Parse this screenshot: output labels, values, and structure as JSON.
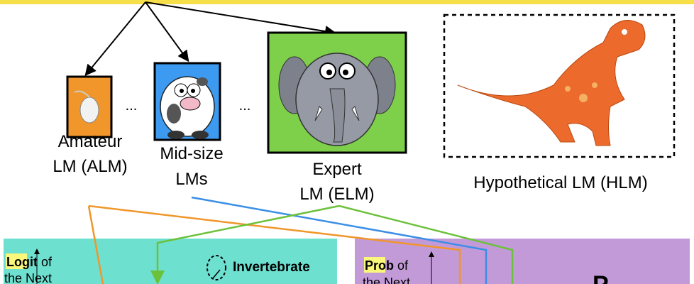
{
  "models": {
    "amateur": {
      "line1": "Amateur",
      "line2": "LM (ALM)"
    },
    "midsize": {
      "line1": "Mid-size",
      "line2": "LMs"
    },
    "expert": {
      "line1": "Expert",
      "line2": "LM (ELM)"
    },
    "hypothetical": {
      "label": "Hypothetical LM (HLM)"
    },
    "ellipsis": "..."
  },
  "panels": {
    "logit": {
      "highlight": "Logit",
      "rest": " of",
      "line2": "the Next",
      "token": "Invertebrate"
    },
    "prob": {
      "highlight": "Prob",
      "rest": " of",
      "line2": "the Next",
      "big_letter": "P"
    }
  },
  "colors": {
    "yellow": "#f7df4a",
    "orange": "#f0962a",
    "blue": "#3a8ee6",
    "green": "#6cc13a",
    "teal": "#6ee0d0",
    "purple": "#c39ad8"
  }
}
